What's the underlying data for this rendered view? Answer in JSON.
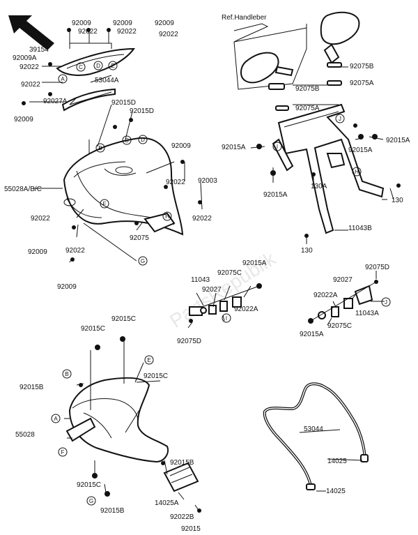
{
  "diagram": {
    "watermark": "PartsRepublik",
    "reference_label": "Ref.Handleber",
    "labels": {
      "l01": "92009",
      "l02": "92009",
      "l03": "92009",
      "l04": "92022",
      "l05": "92022",
      "l06": "92022",
      "l07": "39154",
      "l08": "92009A",
      "l09": "92022",
      "l10": "53044A",
      "l11": "92022",
      "l12": "92027A",
      "l13": "92009",
      "l14": "92015D",
      "l15": "92015D",
      "l16": "92009",
      "l17": "92022",
      "l18": "92003",
      "l19": "55028A/B/C",
      "l20": "92022",
      "l21": "92022",
      "l22": "92009",
      "l23": "92075",
      "l24": "92022",
      "l25": "92009",
      "l26": "92075B",
      "l27": "92075B",
      "l28": "92075A",
      "l29": "92075A",
      "l30": "92015A",
      "l31": "92015A",
      "l32": "92015A",
      "l33": "92015A",
      "l34": "130A",
      "l35": "130",
      "l36": "11043B",
      "l37": "130",
      "l38": "92015A",
      "l39": "11043",
      "l40": "92075C",
      "l41": "92027",
      "l42": "92022A",
      "l43": "92075D",
      "l44": "92075D",
      "l45": "92027",
      "l46": "92022A",
      "l47": "11043A",
      "l48": "92015A",
      "l49": "92075C",
      "l50": "92015C",
      "l51": "92015C",
      "l52": "92015B",
      "l53": "92015C",
      "l54": "55028",
      "l55": "92015C",
      "l56": "92015B",
      "l57": "92015B",
      "l58": "14025A",
      "l59": "92022B",
      "l60": "92015",
      "l61": "53044",
      "l62": "14025",
      "l63": "14025"
    },
    "callouts": {
      "c01": "C",
      "c02": "D",
      "c03": "E",
      "c04": "A",
      "c05": "B",
      "c06": "C",
      "c07": "D",
      "c08": "F",
      "c09": "G",
      "c10": "H",
      "c11": "I",
      "c12": "J",
      "c13": "H",
      "c14": "I",
      "c15": "J",
      "c16": "B",
      "c17": "E",
      "c18": "A",
      "c19": "F",
      "c20": "G"
    }
  }
}
